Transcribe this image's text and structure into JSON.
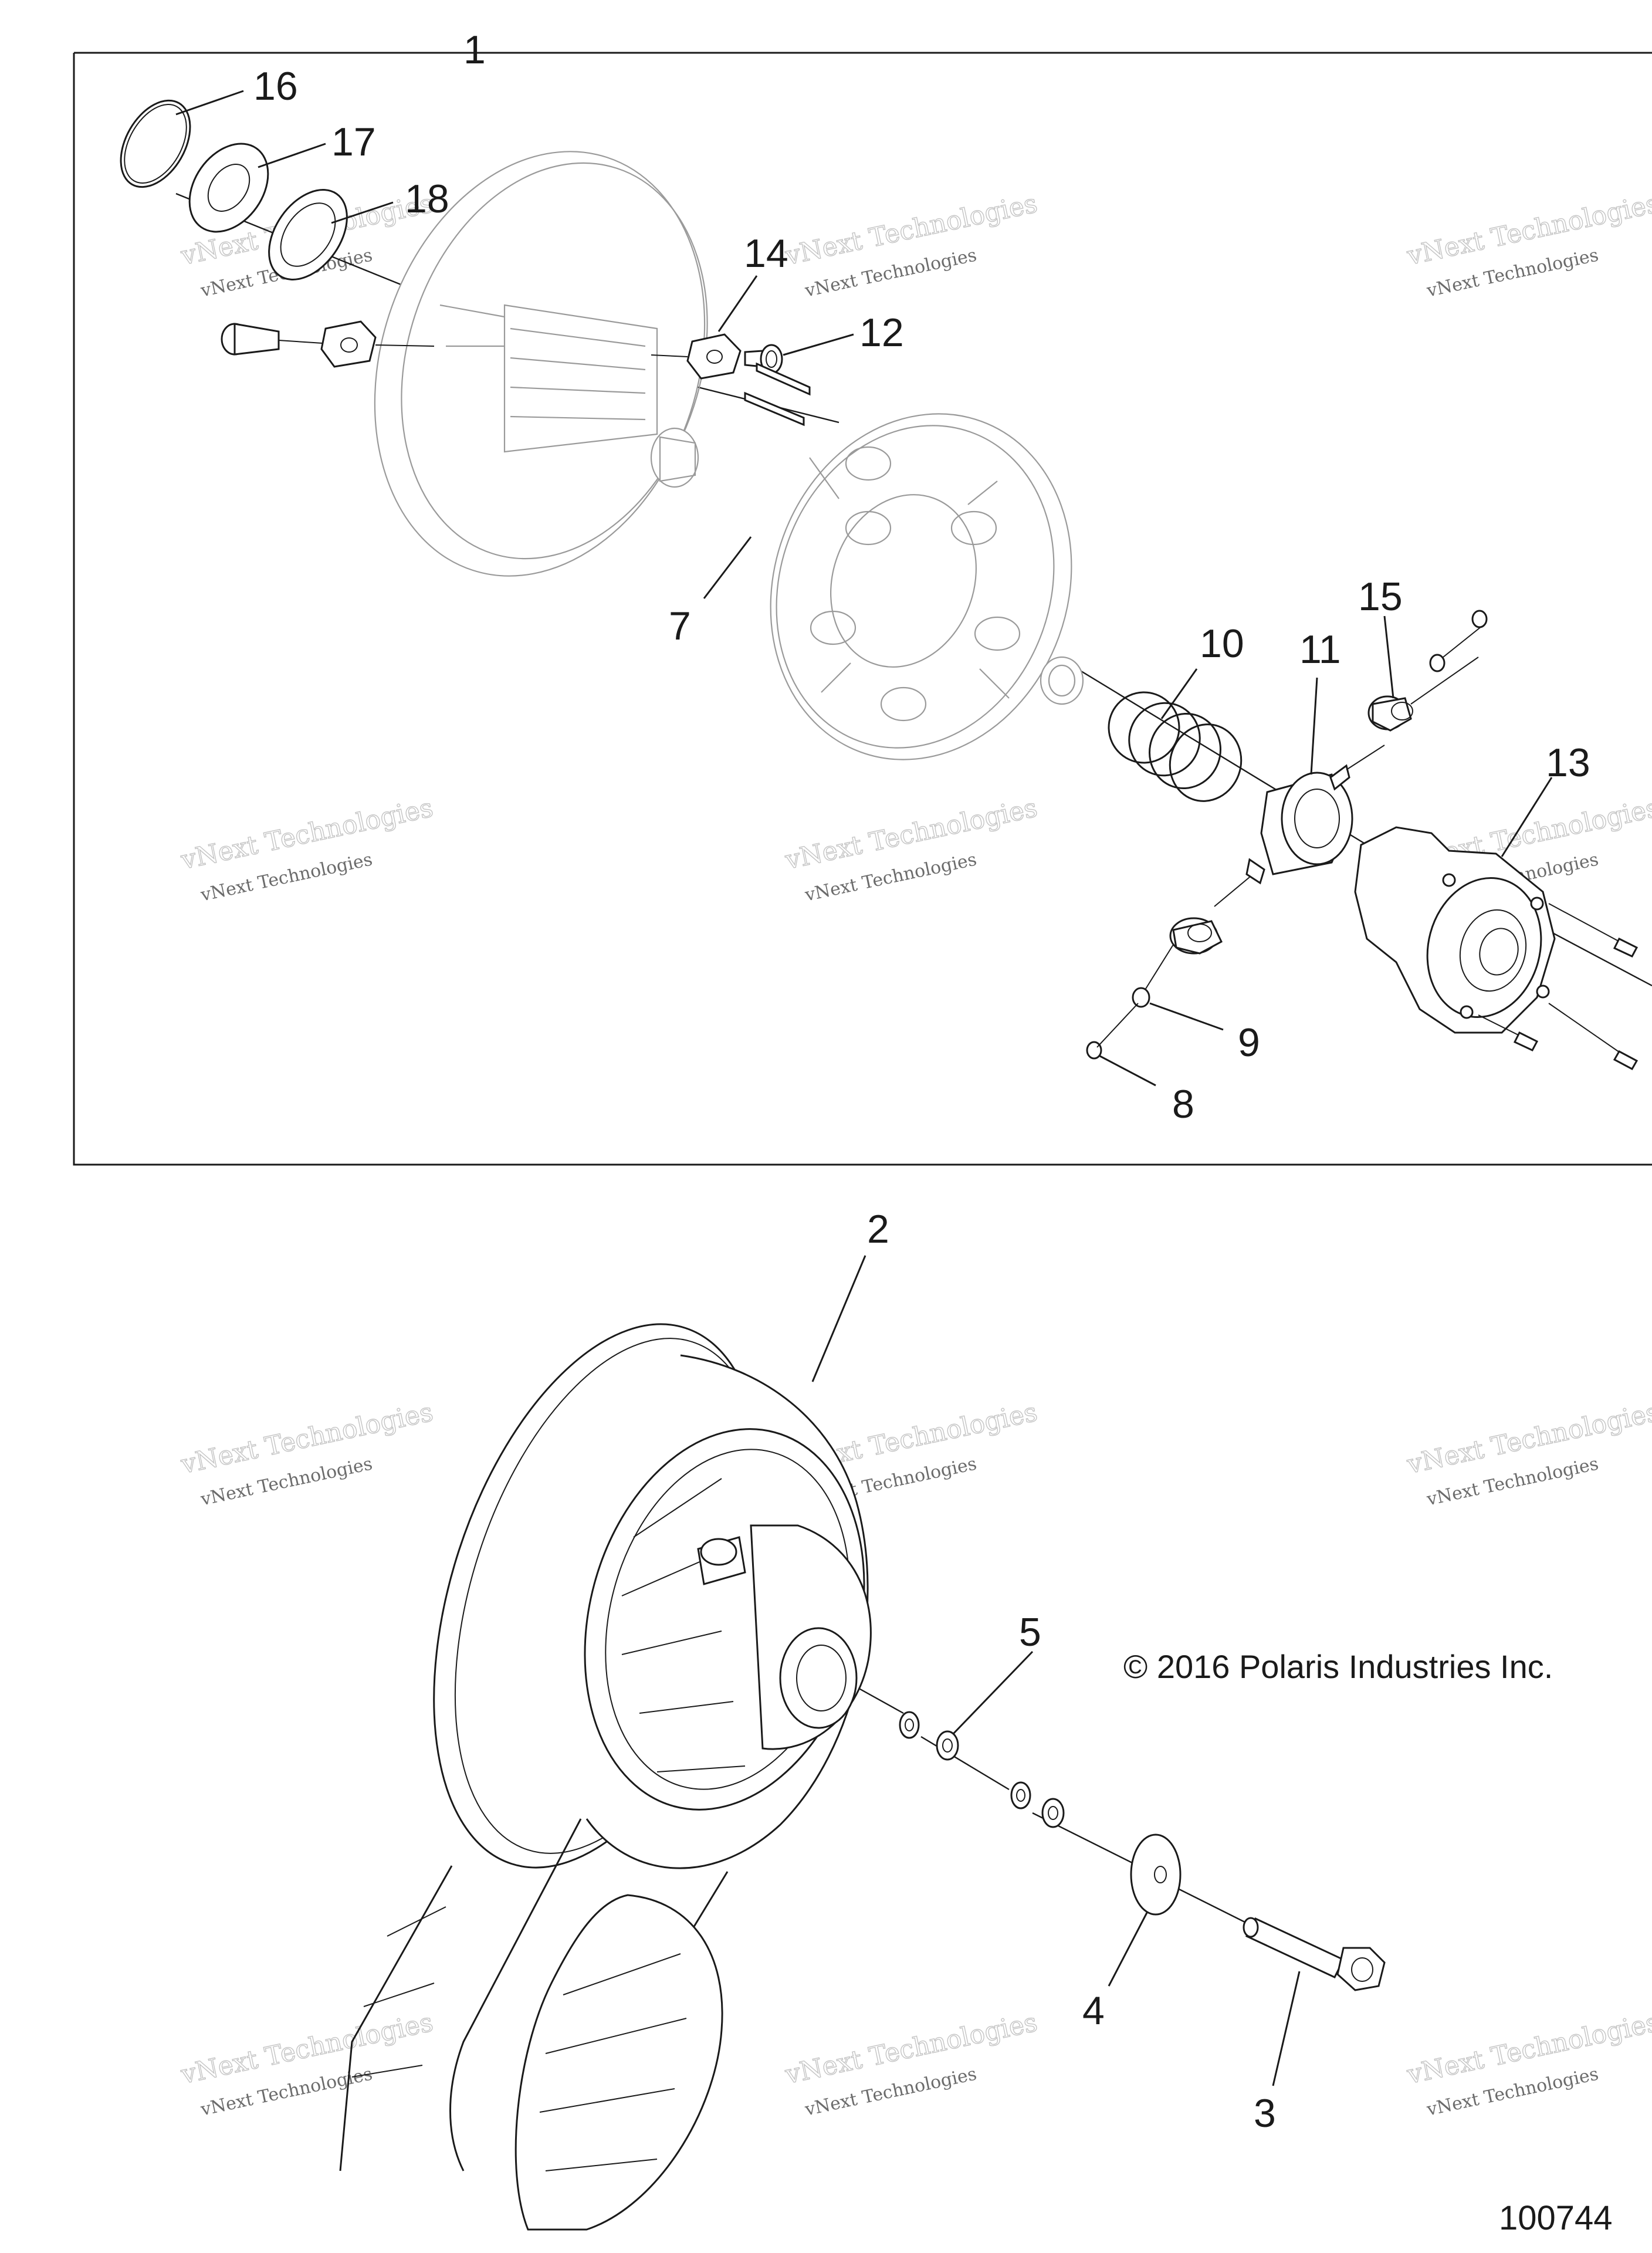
{
  "callouts": {
    "c1": "1",
    "c2": "2",
    "c3": "3",
    "c4": "4",
    "c5": "5",
    "c7": "7",
    "c8": "8",
    "c9": "9",
    "c10": "10",
    "c11": "11",
    "c12": "12",
    "c13": "13",
    "c14": "14",
    "c15": "15",
    "c16": "16",
    "c17": "17",
    "c18": "18"
  },
  "copyright": "© 2016 Polaris Industries Inc.",
  "figure_number": "100744",
  "watermark": {
    "line1": "vNext Technologies",
    "line2": "vNext Technologies"
  }
}
